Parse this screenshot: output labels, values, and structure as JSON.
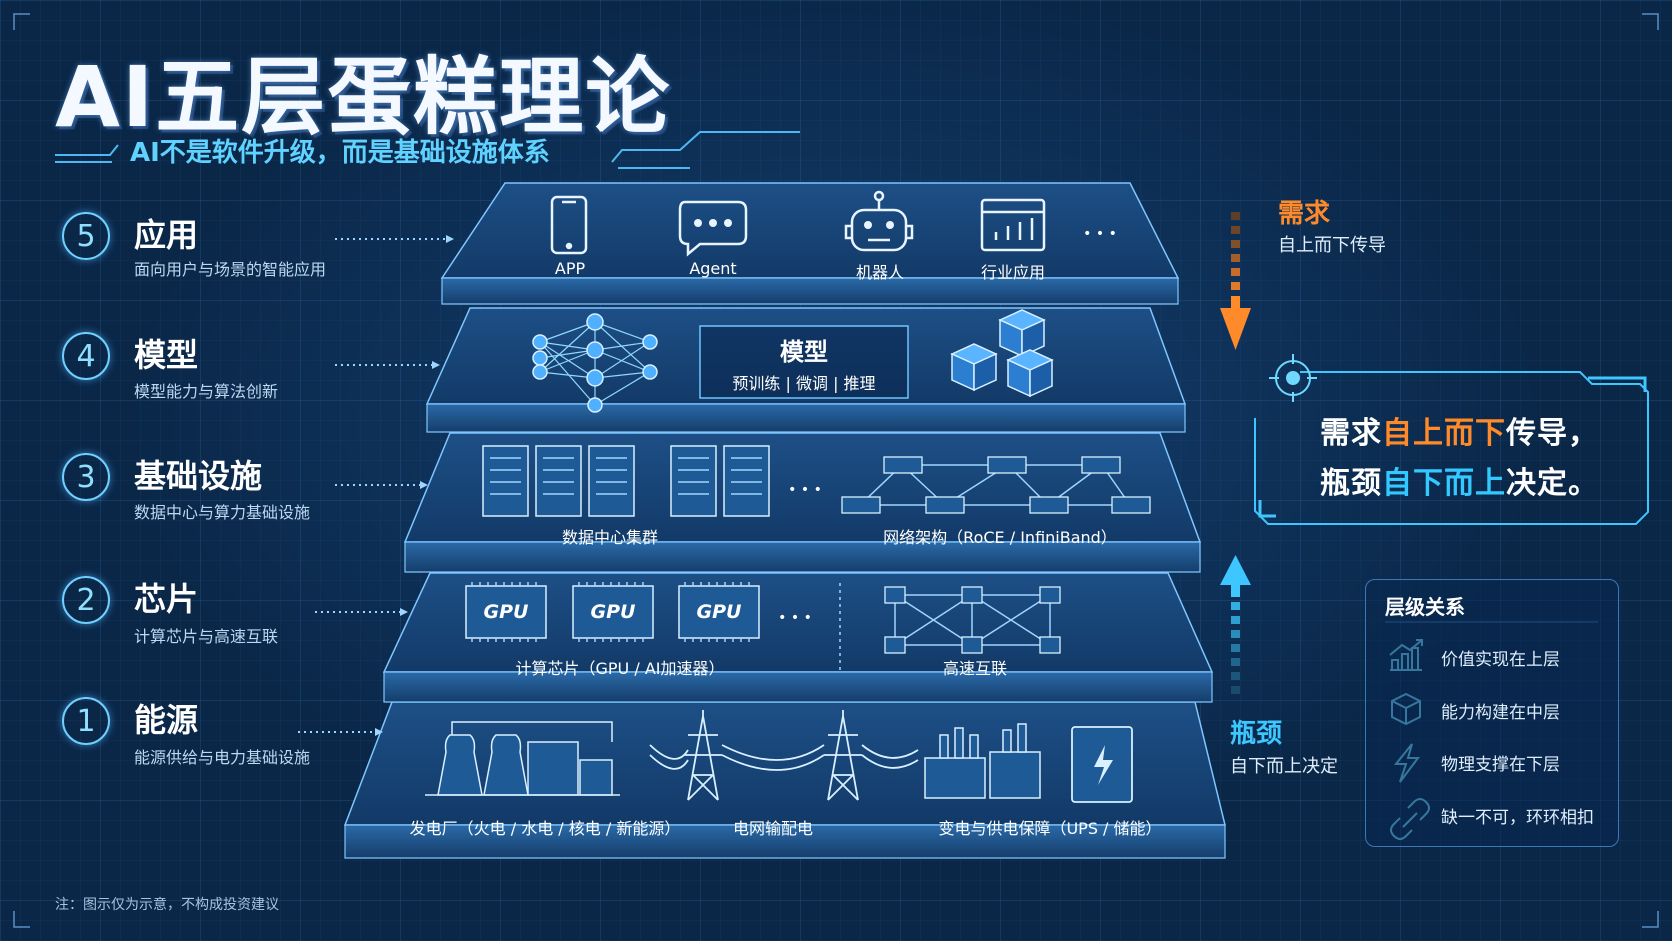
{
  "title": "AI五层蛋糕理论",
  "subtitle": "AI不是软件升级，而是基础设施体系",
  "layers": [
    {
      "num": "5",
      "name": "应用",
      "desc": "面向用户与场景的智能应用",
      "items": [
        "APP",
        "Agent",
        "机器人",
        "行业应用"
      ],
      "ellipsis": "• • •"
    },
    {
      "num": "4",
      "name": "模型",
      "desc": "模型能力与算法创新",
      "box_title": "模型",
      "box_sub": "预训练 | 微调 | 推理"
    },
    {
      "num": "3",
      "name": "基础设施",
      "desc": "数据中心与算力基础设施",
      "items": [
        "数据中心集群",
        "网络架构（RoCE / InfiniBand）"
      ],
      "ellipsis": "• • •"
    },
    {
      "num": "2",
      "name": "芯片",
      "desc": "计算芯片与高速互联",
      "chip_label": "GPU",
      "items": [
        "计算芯片（GPU / AI加速器）",
        "高速互联"
      ],
      "ellipsis": "• • •"
    },
    {
      "num": "1",
      "name": "能源",
      "desc": "能源供给与电力基础设施",
      "items": [
        "发电厂（火电 / 水电 / 核电 / 新能源）",
        "电网输配电",
        "变电与供电保障（UPS / 储能）"
      ]
    }
  ],
  "demand": {
    "title": "需求",
    "desc": "自上而下传导",
    "color": "#ff8a2a"
  },
  "bottleneck": {
    "title": "瓶颈",
    "desc": "自下而上决定",
    "color": "#3ec6ff"
  },
  "callout": {
    "line1": [
      "需求",
      "自上而下",
      "传导，"
    ],
    "line2": [
      "瓶颈",
      "自下而上",
      "决定。"
    ]
  },
  "legend": {
    "title": "层级关系",
    "items": [
      {
        "icon": "chart-icon",
        "text": "价值实现在上层"
      },
      {
        "icon": "cube-icon",
        "text": "能力构建在中层"
      },
      {
        "icon": "lightning-icon",
        "text": "物理支撑在下层"
      },
      {
        "icon": "link-icon",
        "text": "缺一不可，环环相扣"
      }
    ]
  },
  "note": "注：图示仅为示意，不构成投资建议"
}
